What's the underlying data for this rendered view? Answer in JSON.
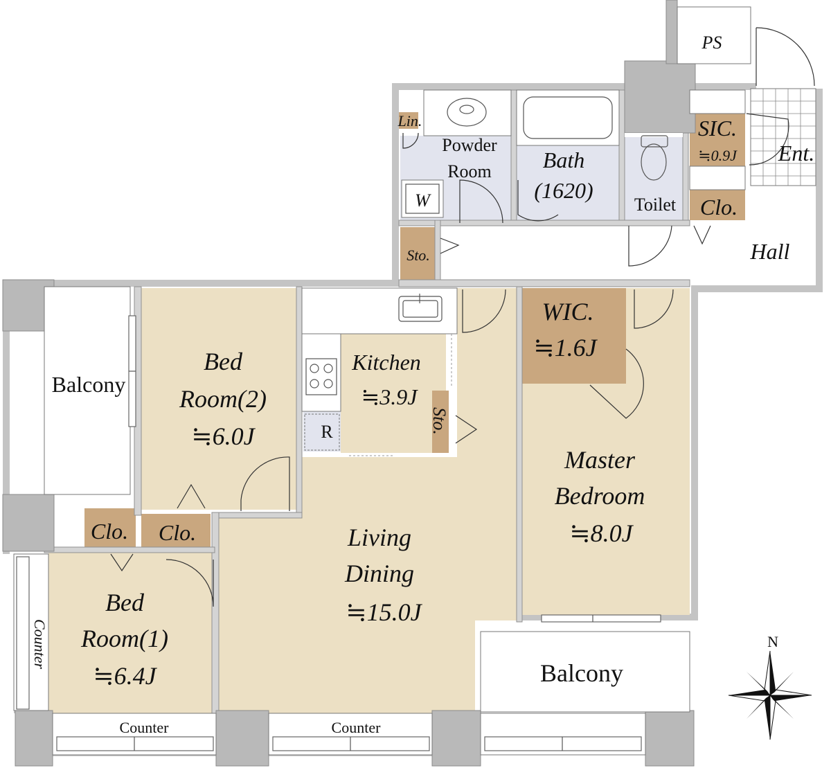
{
  "plan": {
    "rooms": {
      "bedroom2": {
        "line1": "Bed",
        "line2": "Room(2)",
        "area": "≒6.0J"
      },
      "bedroom1": {
        "line1": "Bed",
        "line2": "Room(1)",
        "area": "≒6.4J"
      },
      "living": {
        "line1": "Living",
        "line2": "Dining",
        "area": "≒15.0J"
      },
      "master": {
        "line1": "Master",
        "line2": "Bedroom",
        "area": "≒8.0J"
      },
      "kitchen": {
        "name": "Kitchen",
        "area": "≒3.9J"
      },
      "wic": {
        "name": "WIC.",
        "area": "≒1.6J"
      },
      "sic": {
        "name": "SIC.",
        "area": "≒0.9J"
      },
      "powder": {
        "line1": "Powder",
        "line2": "Room"
      },
      "bath": {
        "line1": "Bath",
        "line2": "(1620)"
      },
      "toilet": "Toilet",
      "hall": "Hall",
      "entrance": "Ent.",
      "ps": "PS",
      "balcony_west": "Balcony",
      "balcony_south": "Balcony"
    },
    "fixtures": {
      "closet_entry": "Clo.",
      "closet_bed2": "Clo.",
      "closet_bed1": "Clo.",
      "storage_hall": "Sto.",
      "storage_kitchen": "Sto.",
      "linen": "Lin.",
      "washer": "W",
      "fridge": "R",
      "counter_west": "Counter",
      "counter_bed1": "Counter",
      "counter_living": "Counter"
    },
    "compass": {
      "north": "N"
    },
    "colors": {
      "floor": "#ece0c4",
      "wet_area": "#e2e4ee",
      "storage": "#c9a77f",
      "wall": "#c4c4c4"
    }
  }
}
